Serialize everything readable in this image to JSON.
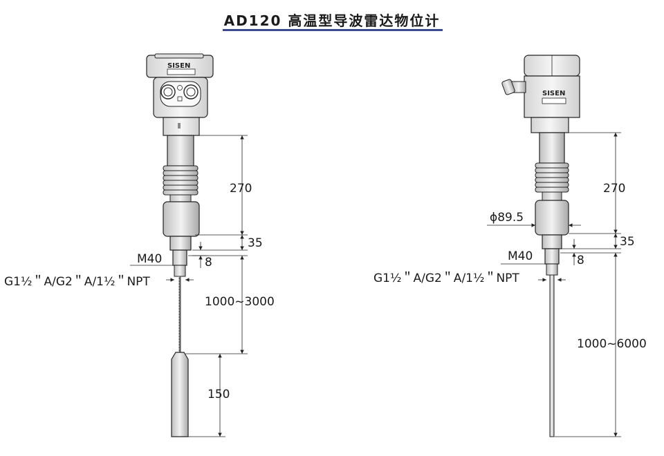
{
  "title": "AD120 高温型导波雷达物位计",
  "left_view": {
    "brand_logo": "SISEN",
    "dims": {
      "housing_neck": "270",
      "flange": "35",
      "thread": "M40",
      "thread_len": "8",
      "connection": "G1½＂A/G2＂A/1½＂NPT",
      "probe_len": "1000~3000",
      "weight_len": "150"
    }
  },
  "right_view": {
    "brand_logo": "SISEN",
    "dims": {
      "housing_neck": "270",
      "diameter": "ϕ89.5",
      "flange": "35",
      "thread": "M40",
      "thread_len": "8",
      "connection": "G1½＂A/G2＂A/1½＂NPT",
      "probe_len": "1000~6000"
    }
  },
  "colors": {
    "title_underline": "#3b4a8f",
    "housing": "#e6e6e6",
    "outline": "#222222"
  }
}
